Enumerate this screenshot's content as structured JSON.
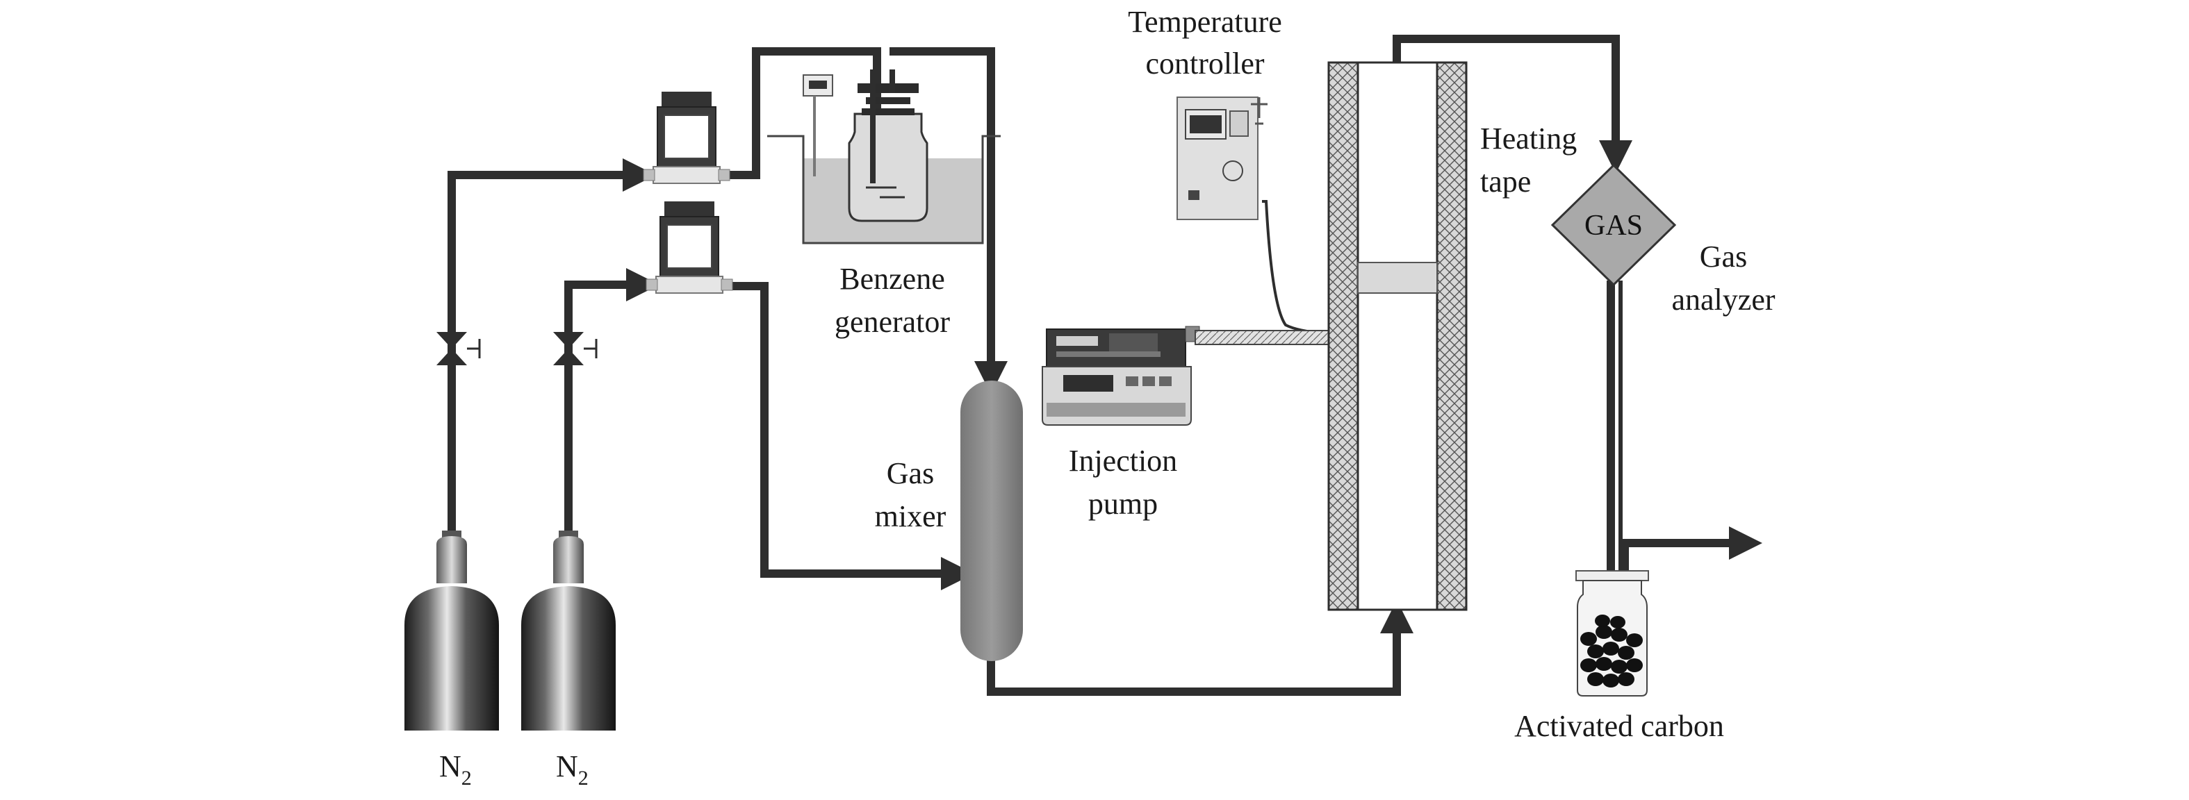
{
  "labels": {
    "temperature_controller_line1": "Temperature",
    "temperature_controller_line2": "controller",
    "heating_tape_line1": "Heating",
    "heating_tape_line2": "tape",
    "gas_analyzer_line1": "Gas",
    "gas_analyzer_line2": "analyzer",
    "gas_badge": "GAS",
    "benzene_generator_line1": "Benzene",
    "benzene_generator_line2": "generator",
    "gas_mixer_line1": "Gas",
    "gas_mixer_line2": "mixer",
    "injection_pump_line1": "Injection",
    "injection_pump_line2": "pump",
    "activated_carbon": "Activated carbon",
    "cylinder1_label": "N",
    "cylinder1_sub": "2",
    "cylinder2_label": "N",
    "cylinder2_sub": "2"
  },
  "colors": {
    "pipe": "#2e2e2e",
    "mixer": "#8a8a8a",
    "analyzer": "#a9a9a9",
    "water": "#c9c9c9",
    "reactor_wall": "#d4d4d4"
  }
}
